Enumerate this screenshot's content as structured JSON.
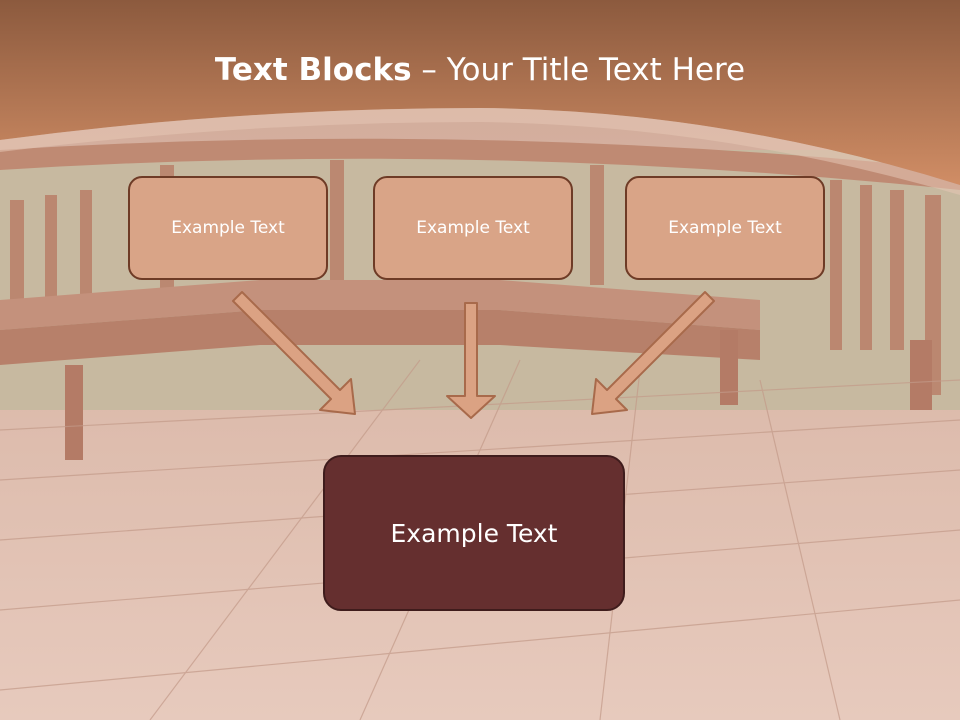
{
  "title": {
    "bold": "Text Blocks",
    "separator": " – ",
    "regular": "Your Title Text Here"
  },
  "blocks": [
    {
      "label": "Example Text"
    },
    {
      "label": "Example Text"
    },
    {
      "label": "Example Text"
    }
  ],
  "main_block": {
    "label": "Example Text"
  },
  "colors": {
    "header": "#c4825f",
    "small_box": "#d9a487",
    "small_box_border": "#6e3b26",
    "main_box": "#652f2f",
    "arrow_fill": "#dba283",
    "arrow_stroke": "#a86a4b"
  }
}
